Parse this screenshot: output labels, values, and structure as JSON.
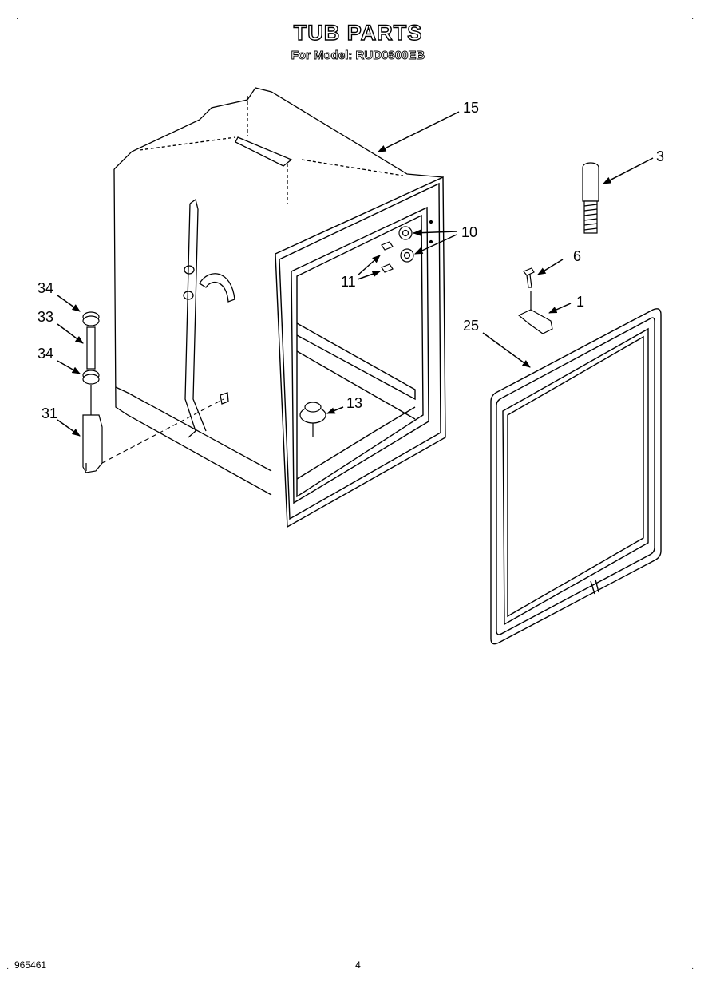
{
  "header": {
    "title": "TUB PARTS",
    "subtitle": "For Model: RUD0800EB"
  },
  "corner_marks": [
    "·",
    "·",
    "·",
    "·"
  ],
  "callouts": [
    {
      "id": "15",
      "label": "15"
    },
    {
      "id": "3",
      "label": "3"
    },
    {
      "id": "10",
      "label": "10"
    },
    {
      "id": "6",
      "label": "6"
    },
    {
      "id": "11",
      "label": "11"
    },
    {
      "id": "1",
      "label": "1"
    },
    {
      "id": "34a",
      "label": "34"
    },
    {
      "id": "33",
      "label": "33"
    },
    {
      "id": "25",
      "label": "25"
    },
    {
      "id": "34b",
      "label": "34"
    },
    {
      "id": "13",
      "label": "13"
    },
    {
      "id": "31",
      "label": "31"
    }
  ],
  "footer": {
    "doc_number": "965461",
    "page_number": "4"
  }
}
